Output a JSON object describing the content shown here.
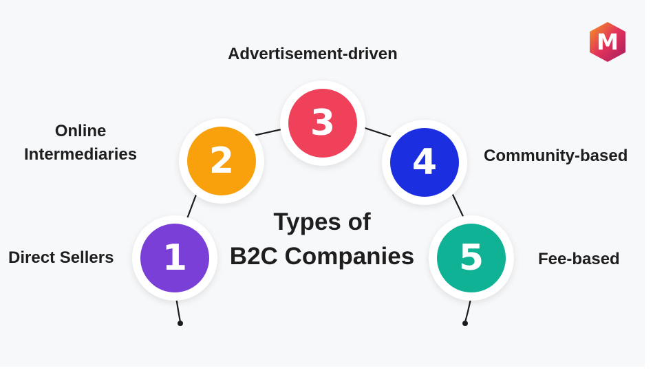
{
  "title": [
    "Types of",
    "B2C Companies"
  ],
  "logo": {
    "letter": "M",
    "colors": [
      "#f59a1f",
      "#e2335a",
      "#a51d5f"
    ]
  },
  "items": [
    {
      "number": "1",
      "label": "Direct Sellers",
      "color": "#7a3fd6"
    },
    {
      "number": "2",
      "label": [
        "Online",
        "Intermediaries"
      ],
      "color": "#f8a10c"
    },
    {
      "number": "3",
      "label": "Advertisement-driven",
      "color": "#f0415a"
    },
    {
      "number": "4",
      "label": "Community-based",
      "color": "#1b2ee0"
    },
    {
      "number": "5",
      "label": "Fee-based",
      "color": "#10b296"
    }
  ],
  "line_color": "#1c1c1c"
}
